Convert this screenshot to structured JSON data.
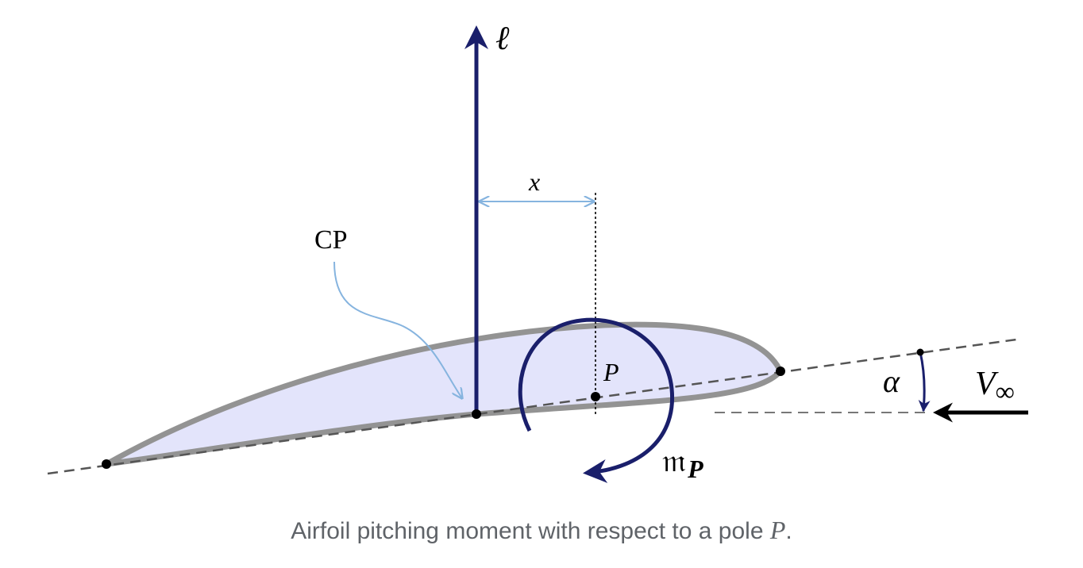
{
  "labels": {
    "lift": "ℓ",
    "distance": "x",
    "center_of_pressure": "CP",
    "pole": "P",
    "moment_symbol": "𝔪",
    "moment_subscript": "P",
    "angle_of_attack": "α",
    "freestream_symbol": "V",
    "freestream_subscript": "∞"
  },
  "caption": {
    "text": "Airfoil pitching moment with respect to a pole ",
    "pole": "P",
    "period": "."
  },
  "colors": {
    "airfoil_fill": "#e3e4fb",
    "airfoil_stroke": "#939393",
    "lift_arrow": "#1a1f6b",
    "dimension_arrow": "#86b4df",
    "moment_arc": "#1a1f6b",
    "chord_line": "#555555",
    "caption_text": "#5f6368"
  }
}
